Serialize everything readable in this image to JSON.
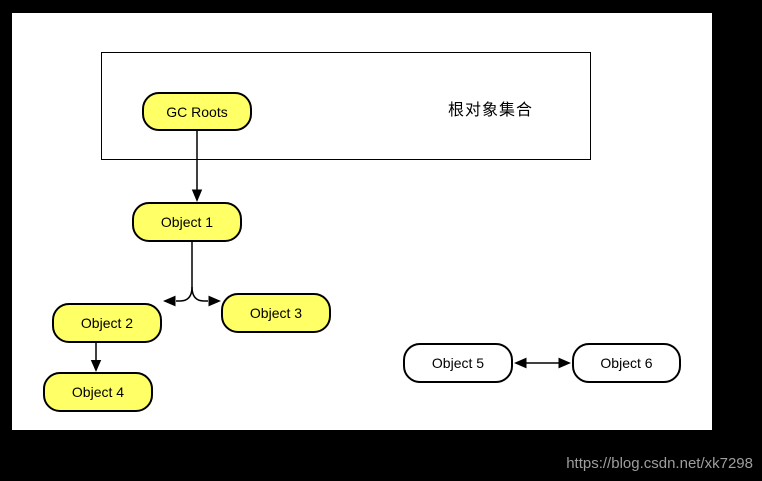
{
  "diagram": {
    "container_label": "根对象集合",
    "nodes": [
      {
        "id": "gc-roots",
        "label": "GC Roots",
        "fill": "#ffff66"
      },
      {
        "id": "object-1",
        "label": "Object 1",
        "fill": "#ffff66"
      },
      {
        "id": "object-2",
        "label": "Object 2",
        "fill": "#ffff66"
      },
      {
        "id": "object-3",
        "label": "Object 3",
        "fill": "#ffff66"
      },
      {
        "id": "object-4",
        "label": "Object 4",
        "fill": "#ffff66"
      },
      {
        "id": "object-5",
        "label": "Object 5",
        "fill": "#ffffff"
      },
      {
        "id": "object-6",
        "label": "Object 6",
        "fill": "#ffffff"
      }
    ],
    "edges": [
      {
        "from": "GC Roots",
        "to": "Object 1",
        "style": "arrow"
      },
      {
        "from": "Object 1",
        "to": "Object 2",
        "style": "arrow"
      },
      {
        "from": "Object 1",
        "to": "Object 3",
        "style": "arrow"
      },
      {
        "from": "Object 2",
        "to": "Object 4",
        "style": "arrow"
      },
      {
        "from": "Object 5",
        "to": "Object 6",
        "style": "double-arrow"
      }
    ],
    "colors": {
      "node_fill_yellow": "#ffff66",
      "node_fill_white": "#ffffff",
      "stroke": "#000000",
      "frame_background": "#000000",
      "canvas_background": "#ffffff"
    }
  },
  "watermark": {
    "text": "https://blog.csdn.net/xk7298",
    "color": "#9e9e9e"
  }
}
